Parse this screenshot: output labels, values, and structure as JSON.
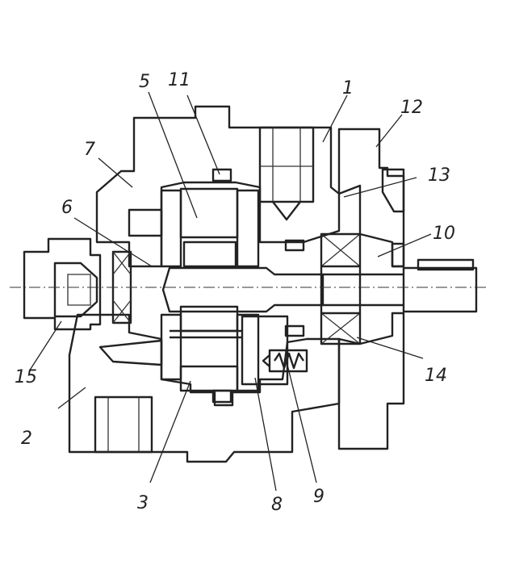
{
  "callouts": [
    {
      "id": "c1",
      "text": "1"
    },
    {
      "id": "c2",
      "text": "2"
    },
    {
      "id": "c3",
      "text": "3"
    },
    {
      "id": "c5",
      "text": "5"
    },
    {
      "id": "c6",
      "text": "6"
    },
    {
      "id": "c7",
      "text": "7"
    },
    {
      "id": "c8",
      "text": "8"
    },
    {
      "id": "c9",
      "text": "9"
    },
    {
      "id": "c10",
      "text": "10"
    },
    {
      "id": "c11",
      "text": "11"
    },
    {
      "id": "c12",
      "text": "12"
    },
    {
      "id": "c13",
      "text": "13"
    },
    {
      "id": "c14",
      "text": "14"
    },
    {
      "id": "c15",
      "text": "15"
    }
  ],
  "colors": {
    "line": "#222222",
    "hatch": "#444444",
    "paper": "#ffffff"
  }
}
